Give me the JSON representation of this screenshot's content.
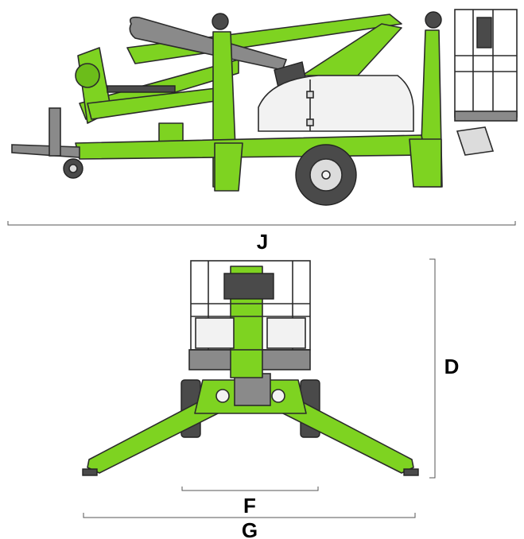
{
  "dimensions": {
    "overall_length": "J",
    "height": "D",
    "track_width": "F",
    "outrigger_span": "G"
  },
  "colors": {
    "machine_green": "#7ed321",
    "dark_grey": "#4a4a4a",
    "mid_grey": "#8a8a8a",
    "light_grey": "#dcdcdc"
  }
}
